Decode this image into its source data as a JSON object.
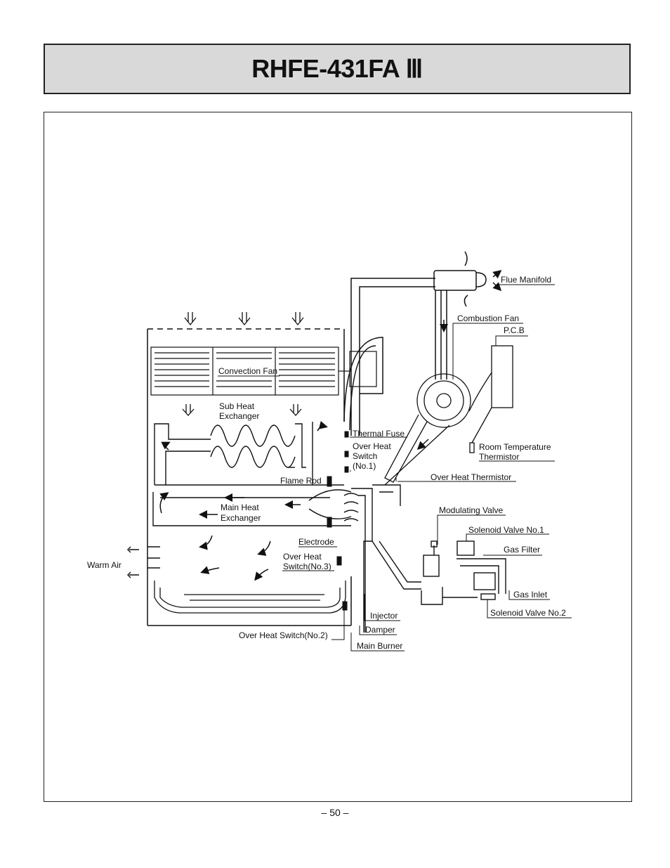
{
  "header": {
    "title": "RHFE-431FA Ⅲ"
  },
  "labels": {
    "flue_manifold": "Flue Manifold",
    "combustion_fan": "Combustion Fan",
    "pcb": "P.C.B",
    "convection_fan": "Convection Fan",
    "sub_heat_1": "Sub Heat",
    "sub_heat_2": "Exchanger",
    "thermal_fuse": "Thermal Fuse",
    "ohs1_1": "Over Heat",
    "ohs1_2": "Switch",
    "ohs1_3": "(No.1)",
    "room_temp_1": "Room Temperature",
    "room_temp_2": "Thermistor",
    "flame_rod": "Flame Rod",
    "over_heat_thermistor": "Over Heat Thermistor",
    "main_heat_1": "Main Heat",
    "main_heat_2": "Exchanger",
    "modulating_valve": "Modulating Valve",
    "solenoid_valve_1": "Solenoid Valve No.1",
    "electrode": "Electrode",
    "gas_filter": "Gas Filter",
    "warm_air": "Warm Air",
    "ohs3_1": "Over Heat",
    "ohs3_2": "Switch(No.3)",
    "gas_inlet": "Gas Inlet",
    "solenoid_valve_2": "Solenoid Valve No.2",
    "injector": "Injector",
    "damper": "Damper",
    "ohs2": "Over Heat Switch(No.2)",
    "main_burner": "Main Burner"
  },
  "footer": {
    "page_number": "– 50 –"
  }
}
